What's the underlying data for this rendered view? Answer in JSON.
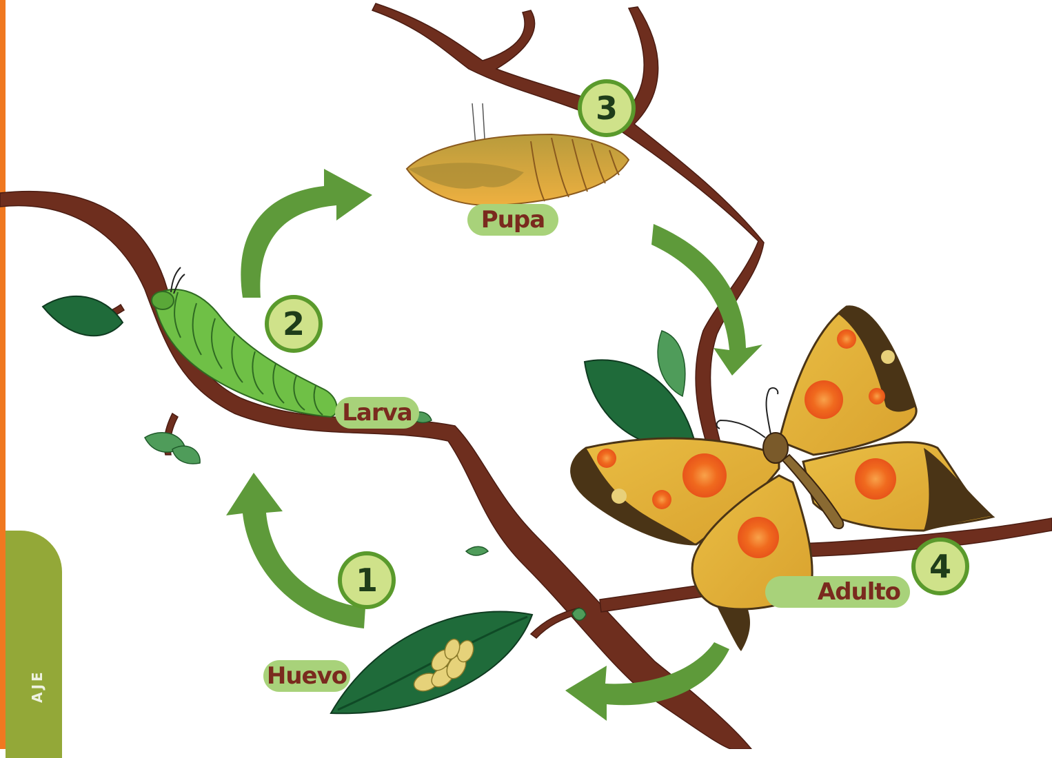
{
  "colors": {
    "orange_bar": "#f07820",
    "side_tab": "#93a838",
    "arrow_green": "#5e9a3a",
    "branch": "#6e2e1e",
    "branch_light": "#8d4a2c",
    "label_fill": "#a8d27a",
    "label_text": "#7a2a1e",
    "badge_fill": "#cfe28a",
    "badge_ring": "#5a9a2c",
    "leaf_dark": "#1f6b3a",
    "leaf_light": "#4f9c5a",
    "larva_green": "#6fc046",
    "pupa_gold": "#e0a53a",
    "wing_yellow": "#e4b43a",
    "wing_edge": "#4a3416",
    "spot_orange": "#f06a1e",
    "egg": "#e6d27a"
  },
  "side_tab": {
    "text": "AJE"
  },
  "stages": [
    {
      "number": "1",
      "label": "Huevo"
    },
    {
      "number": "2",
      "label": "Larva"
    },
    {
      "number": "3",
      "label": "Pupa"
    },
    {
      "number": "4",
      "label": "Adulto"
    }
  ],
  "icons": [
    "egg-cluster-icon",
    "caterpillar-icon",
    "chrysalis-icon",
    "butterfly-icon",
    "leaf-icon",
    "cycle-arrow-icon"
  ]
}
